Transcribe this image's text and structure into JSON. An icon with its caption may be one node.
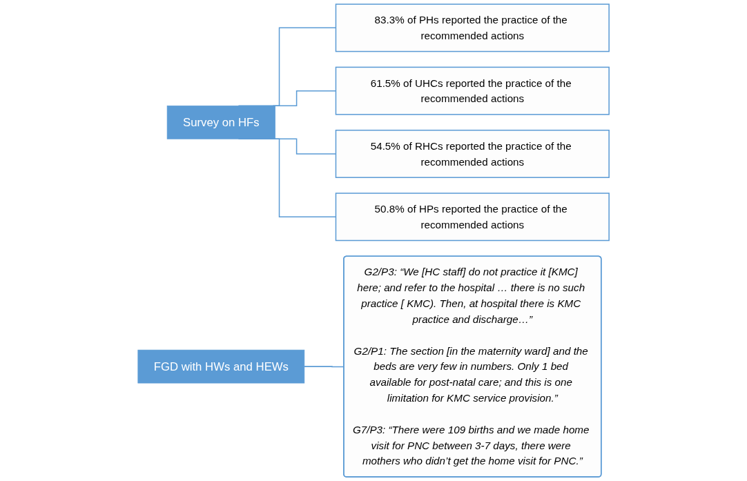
{
  "diagram": {
    "nodes": [
      {
        "text": [
          "Survey on HFs"
        ]
      },
      {
        "text": [
          "83.3% of PHs reported the practice of the recommended actions"
        ]
      },
      {
        "text": [
          "61.5% of UHCs reported the practice of the recommended actions"
        ]
      },
      {
        "text": [
          "54.5% of RHCs reported the practice of the recommended actions"
        ]
      },
      {
        "text": [
          "50.8% of HPs reported the practice of the recommended actions"
        ]
      },
      {
        "text": [
          "FGD with HWs and HEWs"
        ]
      },
      {
        "text": [
          "G2/P3: “We [HC staff] do not practice it [KMC] here; and refer to the hospital … there is no such practice [ KMC). Then, at hospital there is KMC practice and discharge…”",
          "G2/P1: The section [in the maternity ward] and the beds are very few in numbers. Only 1 bed available for post-natal care; and this is one limitation for KMC service provision.”",
          "G7/P3: “There were 109 births and we made home visit for PNC between 3-7 days, there were mothers who didn’t get the home visit for PNC.”"
        ]
      }
    ],
    "edges": [
      {
        "from": 0,
        "to": 1,
        "arrow": "none"
      },
      {
        "from": 0,
        "to": 2,
        "arrow": "none"
      },
      {
        "from": 0,
        "to": 3,
        "arrow": "none"
      },
      {
        "from": 0,
        "to": 4,
        "arrow": "none"
      },
      {
        "from": 5,
        "to": 6,
        "arrow": "none"
      }
    ]
  }
}
